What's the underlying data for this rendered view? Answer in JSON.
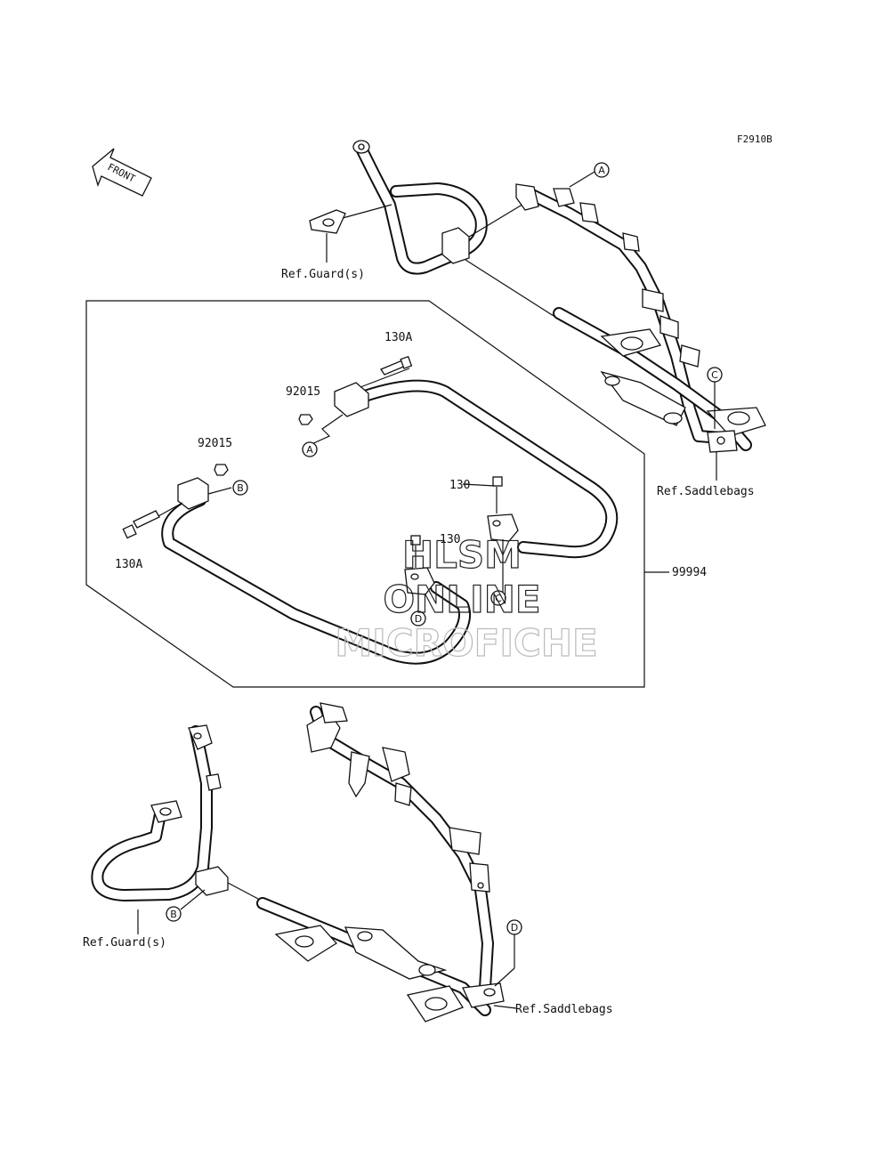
{
  "diagram_code": "F2910B",
  "front_arrow_label": "FRONT",
  "labels": {
    "ref_guards_top": "Ref.Guard(s)",
    "ref_saddlebags_top": "Ref.Saddlebags",
    "part_130A_top": "130A",
    "part_92015_top": "92015",
    "part_92015_left": "92015",
    "part_130A_left": "130A",
    "part_130_right": "130",
    "part_130_center": "130",
    "part_99994": "99994",
    "ref_guards_bottom": "Ref.Guard(s)",
    "ref_saddlebags_bottom": "Ref.Saddlebags"
  },
  "callouts": {
    "a_top": "A",
    "c_top": "C",
    "a_mid": "A",
    "b_mid": "B",
    "c_mid": "C",
    "d_mid": "D",
    "b_bottom": "B",
    "d_bottom": "D"
  },
  "watermark": {
    "line1": "HLSM",
    "line2": "ONLINE",
    "line3": "MICROFICHE"
  }
}
